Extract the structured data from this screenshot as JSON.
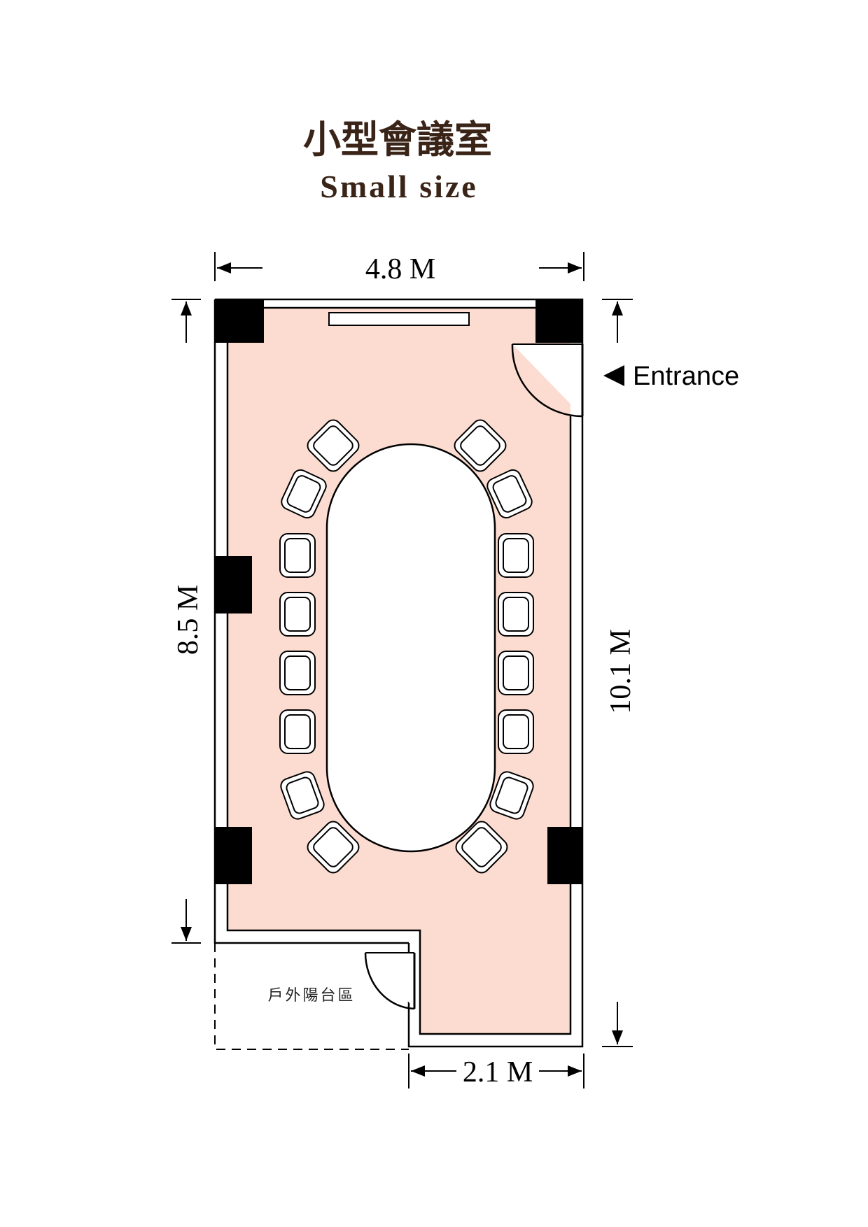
{
  "title": {
    "zh": "小型會議室",
    "en": "Small size"
  },
  "dimensions": {
    "top_width": "4.8 M",
    "left_height": "8.5 M",
    "right_height": "10.1 M",
    "bottom_width": "2.1 M"
  },
  "entrance_label": "Entrance",
  "balcony_label": "戶外陽台區",
  "colors": {
    "floor": "#fcdcd0",
    "wall": "#000000",
    "column": "#000000",
    "title": "#3a2418"
  },
  "icons": [
    "entrance-arrow-icon",
    "chair-icon",
    "door-swing-icon"
  ],
  "seat_count": 16
}
